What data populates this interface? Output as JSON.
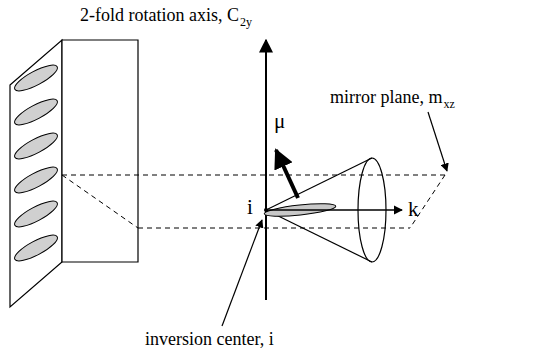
{
  "diagram": {
    "labels": [
      "2-fold rotation axis, C",
      "2y",
      "mirror plane, m",
      "xz",
      "μ",
      "k",
      "i",
      "inversion center, i"
    ]
  }
}
